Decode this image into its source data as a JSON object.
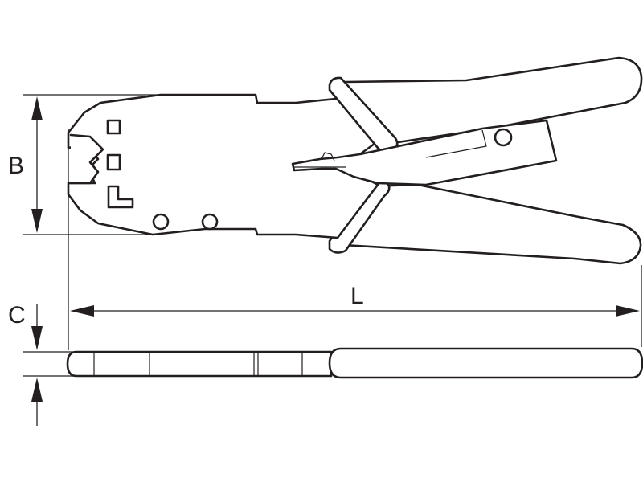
{
  "diagram": {
    "labels": {
      "height": "B",
      "thickness": "C",
      "length": "L"
    },
    "colors": {
      "line": "#231f20",
      "background": "#ffffff"
    }
  }
}
